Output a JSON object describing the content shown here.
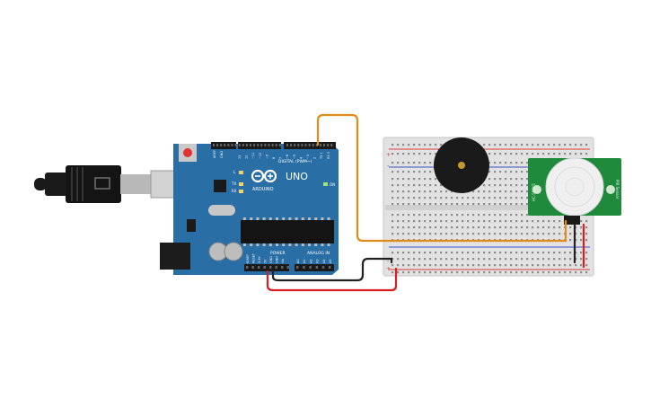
{
  "arduino": {
    "logo_text": "ARDUINO",
    "model_text": "UNO",
    "digital_label": "DIGITAL (PWM~)",
    "power_label": "POWER",
    "analog_label": "ANALOG IN",
    "on_label": "ON",
    "tx_label": "TX",
    "rx_label": "RX",
    "l_label": "L",
    "aref_label": "AREF",
    "gnd_label": "GND",
    "digital_pins": [
      "13",
      "12",
      "~11",
      "~10",
      "~9",
      "8",
      "7",
      "~6",
      "~5",
      "4",
      "~3",
      "2",
      "TX 1",
      "RX 0"
    ],
    "power_pins": [
      "IOREF",
      "RESET",
      "3.3V",
      "5V",
      "GND",
      "GND",
      "Vin"
    ],
    "analog_pins": [
      "A0",
      "A1",
      "A2",
      "A3",
      "A4",
      "A5"
    ],
    "board_color": "#2a6ea6"
  },
  "sensor": {
    "left_text": "HC-SR501",
    "right_text": "PIR Sensor",
    "board_color": "#1f8a3b"
  },
  "breadboard": {
    "plus_label": "+",
    "minus_label": "-",
    "rail_red": "#e03b3b",
    "rail_blue": "#3a52c4"
  },
  "wires": {
    "orange": "#e38b1b",
    "red": "#d81e1e",
    "black": "#222222"
  }
}
